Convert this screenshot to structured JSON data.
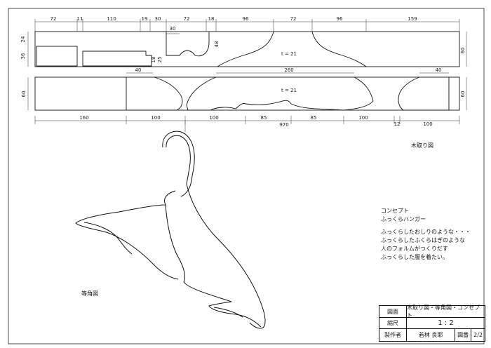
{
  "top_view": {
    "dims_top": [
      "72",
      "11",
      "110",
      "19",
      "30",
      "72",
      "18",
      "96",
      "72",
      "96",
      "159"
    ],
    "dims_inner": [
      "30",
      "18",
      "25"
    ],
    "dims_left": [
      "24",
      "36"
    ],
    "dim_right": "60",
    "dim_mid": "48",
    "thickness": "t = 21"
  },
  "side_view": {
    "dims_top": [
      "40",
      "260",
      "40"
    ],
    "dims_bottom": [
      "160",
      "100",
      "100",
      "85",
      "85",
      "100",
      "12",
      "100"
    ],
    "dim_total": "970",
    "dim_left": "60",
    "dim_right": "60",
    "thickness": "t = 21"
  },
  "labels": {
    "cut_diagram": "木取り図",
    "iso_view": "等角図"
  },
  "concept": {
    "heading": "コンセプト",
    "name": "ふっくらハンガー",
    "lines": [
      "ふっくらしたおしりのような・・・",
      "ふっくらしたふくらはぎのような",
      "人のフォルムがつくりだす",
      "ふっくらした服を着たい。"
    ]
  },
  "title_block": {
    "drawing_label": "図面",
    "drawing_value": "木取り図・等角図・コンセプト",
    "scale_label": "縮尺",
    "scale_value": "1 : 2",
    "author_label": "製作者",
    "author_value": "若林 良耶",
    "sheet_label": "図番",
    "sheet_value": "2/2"
  }
}
